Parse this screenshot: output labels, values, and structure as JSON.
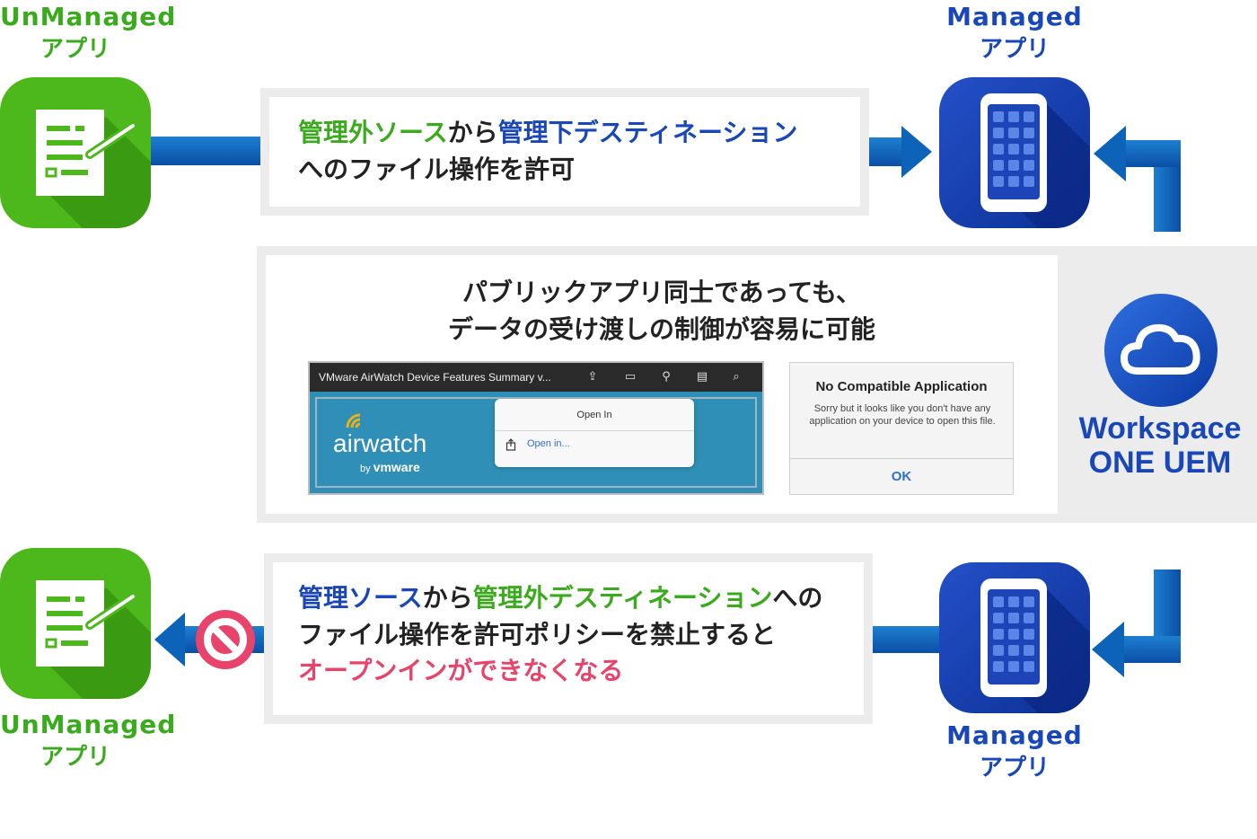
{
  "top_left_label": {
    "en": "UnManaged",
    "ja": "アプリ"
  },
  "top_right_label": {
    "en": "Managed",
    "ja": "アプリ"
  },
  "bottom_left_label": {
    "en": "UnManaged",
    "ja": "アプリ"
  },
  "bottom_right_label": {
    "en": "Managed",
    "ja": "アプリ"
  },
  "top_message": {
    "part1": "管理外ソース",
    "part2": "から",
    "part3": "管理下デスティネーション",
    "line2": "へのファイル操作を許可"
  },
  "middle_message": {
    "line1": "パブリックアプリ同士であっても、",
    "line2": "データの受け渡しの制御が容易に可能"
  },
  "bottom_message": {
    "part1": "管理ソース",
    "part2": "から",
    "part3": "管理外デスティネーション",
    "part4": "への",
    "line2": "ファイル操作を許可ポリシーを禁止すると",
    "line3": "オープンインができなくなる"
  },
  "workspace": {
    "line1": "Workspace",
    "line2": "ONE UEM"
  },
  "screenshot1": {
    "title": "VMware AirWatch Device Features Summary v...",
    "brand": "airwatch",
    "brand_by": "by",
    "brand_vm": "vmware",
    "popup_title": "Open In",
    "popup_item": "Open in..."
  },
  "screenshot2": {
    "title": "No Compatible Application",
    "body": "Sorry but it looks like you don't have any application on your device to open this file.",
    "ok": "OK"
  },
  "colors": {
    "green": "#3aab1c",
    "blue": "#1a47b8",
    "pink": "#e8436a",
    "arrow": "#0c63b8"
  }
}
